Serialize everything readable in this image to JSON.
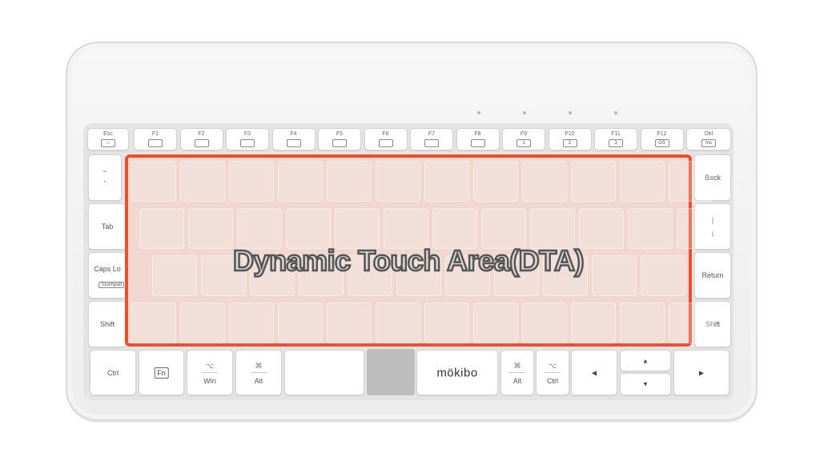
{
  "overlay": {
    "title": "Dynamic Touch Area(DTA)",
    "border_color": "#ee4f2c"
  },
  "brand": "mökibo",
  "function_row": {
    "esc": "Esc",
    "keys": [
      "F1",
      "F2",
      "F3",
      "F4",
      "F5",
      "F6",
      "F7",
      "F8",
      "F9",
      "F10",
      "F11",
      "F12"
    ],
    "icons": [
      "",
      "",
      "",
      "",
      "",
      "",
      "",
      "",
      "1",
      "2",
      "3",
      "OS"
    ],
    "del": "Del",
    "ins": "Ins"
  },
  "left_column": {
    "row1": "~",
    "row1b": "`",
    "tab": "Tab",
    "caps": "Caps Lo",
    "caps_sub": "Touchpad",
    "shift": "Shift"
  },
  "right_column": {
    "back": "Back",
    "pipe": "|",
    "backslash": "\\",
    "return": "Return",
    "shift": "Shift"
  },
  "bottom_row": {
    "ctrl": "Ctrl",
    "fn": "Fn",
    "win_sym": "⌥",
    "win": "Win",
    "alt_sym": "⌘",
    "alt": "Alt",
    "ralt_sym": "⌘",
    "ralt": "Alt",
    "rctrl_sym": "⌥",
    "rctrl": "Ctrl",
    "left": "◀",
    "up": "▲",
    "down": "▼",
    "right": "▶"
  }
}
